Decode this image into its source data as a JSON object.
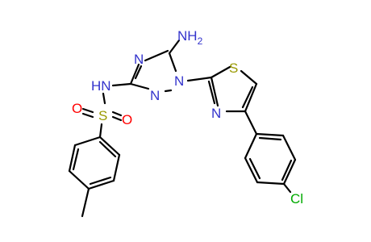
{
  "molecule": {
    "atoms": {
      "amino": "NH",
      "amino_sub": "2",
      "triazole_n_top": "N",
      "triazole_n_right": "N",
      "triazole_n_bottom": "N",
      "sulfonamide_nh": "HN",
      "thiazole_s": "S",
      "thiazole_n": "N",
      "sulfonyl_s": "S",
      "oxygen_left": "O",
      "oxygen_right": "O",
      "chlorine": "Cl"
    }
  },
  "colors": {
    "bond": "#000000",
    "nitrogen": "#3333cc",
    "sulfur": "#999900",
    "oxygen": "#ff0000",
    "chlorine": "#00aa00"
  }
}
